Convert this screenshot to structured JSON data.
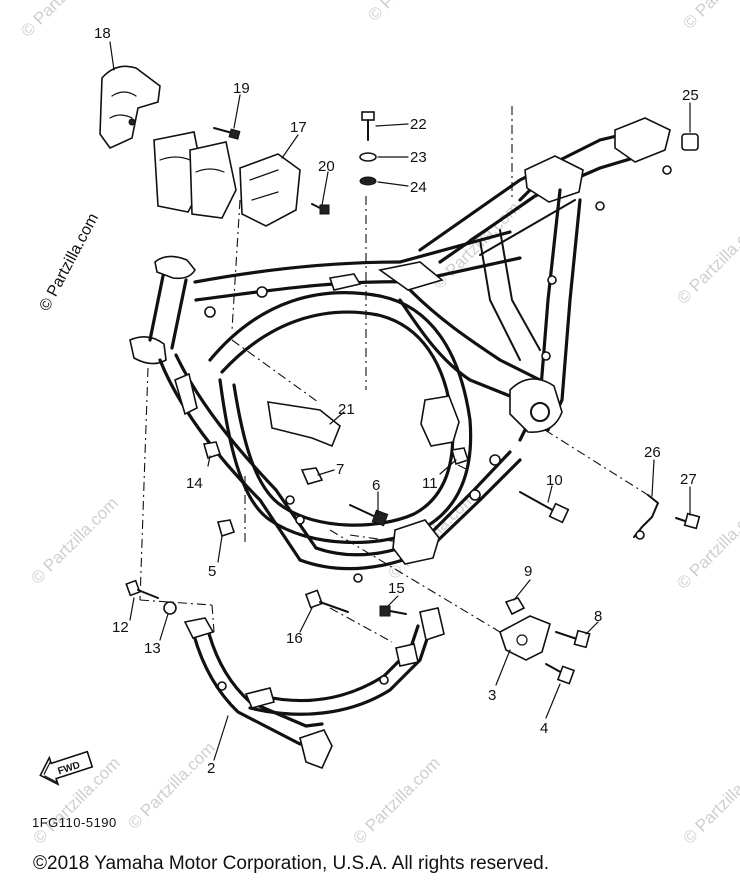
{
  "watermark": {
    "text": "© Partzilla.com"
  },
  "callouts": [
    {
      "id": "c1",
      "text": "2"
    },
    {
      "id": "c2",
      "text": "3"
    },
    {
      "id": "c3",
      "text": "4"
    },
    {
      "id": "c4",
      "text": "5"
    },
    {
      "id": "c5",
      "text": "6"
    },
    {
      "id": "c6",
      "text": "7"
    },
    {
      "id": "c7",
      "text": "8"
    },
    {
      "id": "c8",
      "text": "9"
    },
    {
      "id": "c9",
      "text": "10"
    },
    {
      "id": "c10",
      "text": "11"
    },
    {
      "id": "c11",
      "text": "12"
    },
    {
      "id": "c12",
      "text": "13"
    },
    {
      "id": "c13",
      "text": "14"
    },
    {
      "id": "c14",
      "text": "15"
    },
    {
      "id": "c15",
      "text": "16"
    },
    {
      "id": "c16",
      "text": "17"
    },
    {
      "id": "c17",
      "text": "18"
    },
    {
      "id": "c18",
      "text": "19"
    },
    {
      "id": "c19",
      "text": "20"
    },
    {
      "id": "c20",
      "text": "21"
    },
    {
      "id": "c21",
      "text": "22"
    },
    {
      "id": "c22",
      "text": "23"
    },
    {
      "id": "c23",
      "text": "24"
    },
    {
      "id": "c24",
      "text": "25"
    },
    {
      "id": "c25",
      "text": "26"
    },
    {
      "id": "c26",
      "text": "27"
    }
  ],
  "fwd_arrow": {
    "text": "FWD"
  },
  "diagram_code": "1FG110-5190",
  "copyright": "©2018  Yamaha Motor Corporation, U.S.A. All rights reserved."
}
